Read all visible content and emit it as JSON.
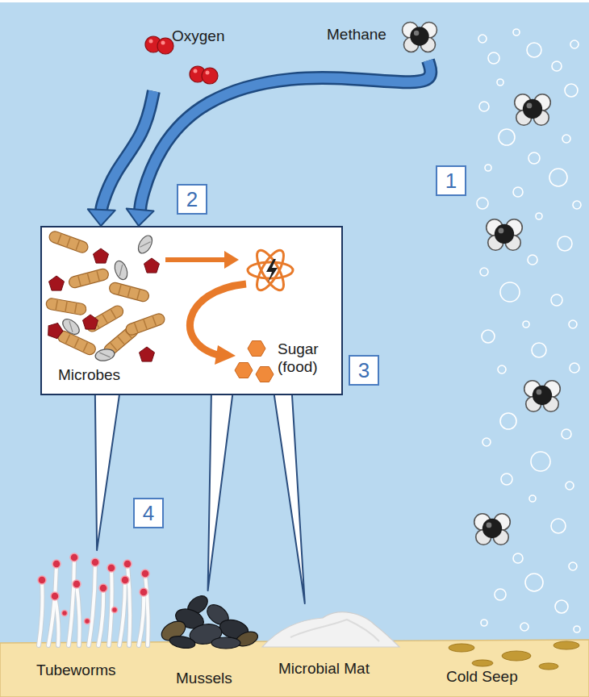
{
  "diagram": {
    "nodes": [
      {
        "text": [
          "Oxygen"
        ]
      },
      {
        "text": [
          "Methane"
        ]
      },
      {
        "text": [
          "Microbes",
          "Sugar (food)"
        ]
      },
      {
        "text": [
          "Tubeworms"
        ]
      },
      {
        "text": [
          "Mussels"
        ]
      },
      {
        "text": [
          "Microbial Mat"
        ]
      }
    ],
    "edges": [
      {
        "from": 0,
        "to": 2,
        "arrow": "to"
      },
      {
        "from": 1,
        "to": 2,
        "arrow": "to"
      },
      {
        "from": 2,
        "to": 3,
        "arrow": "none"
      },
      {
        "from": 2,
        "to": 4,
        "arrow": "none"
      },
      {
        "from": 2,
        "to": 5,
        "arrow": "none"
      }
    ],
    "labels": [
      "1",
      "2",
      "3",
      "4",
      "Cold Seep"
    ]
  }
}
